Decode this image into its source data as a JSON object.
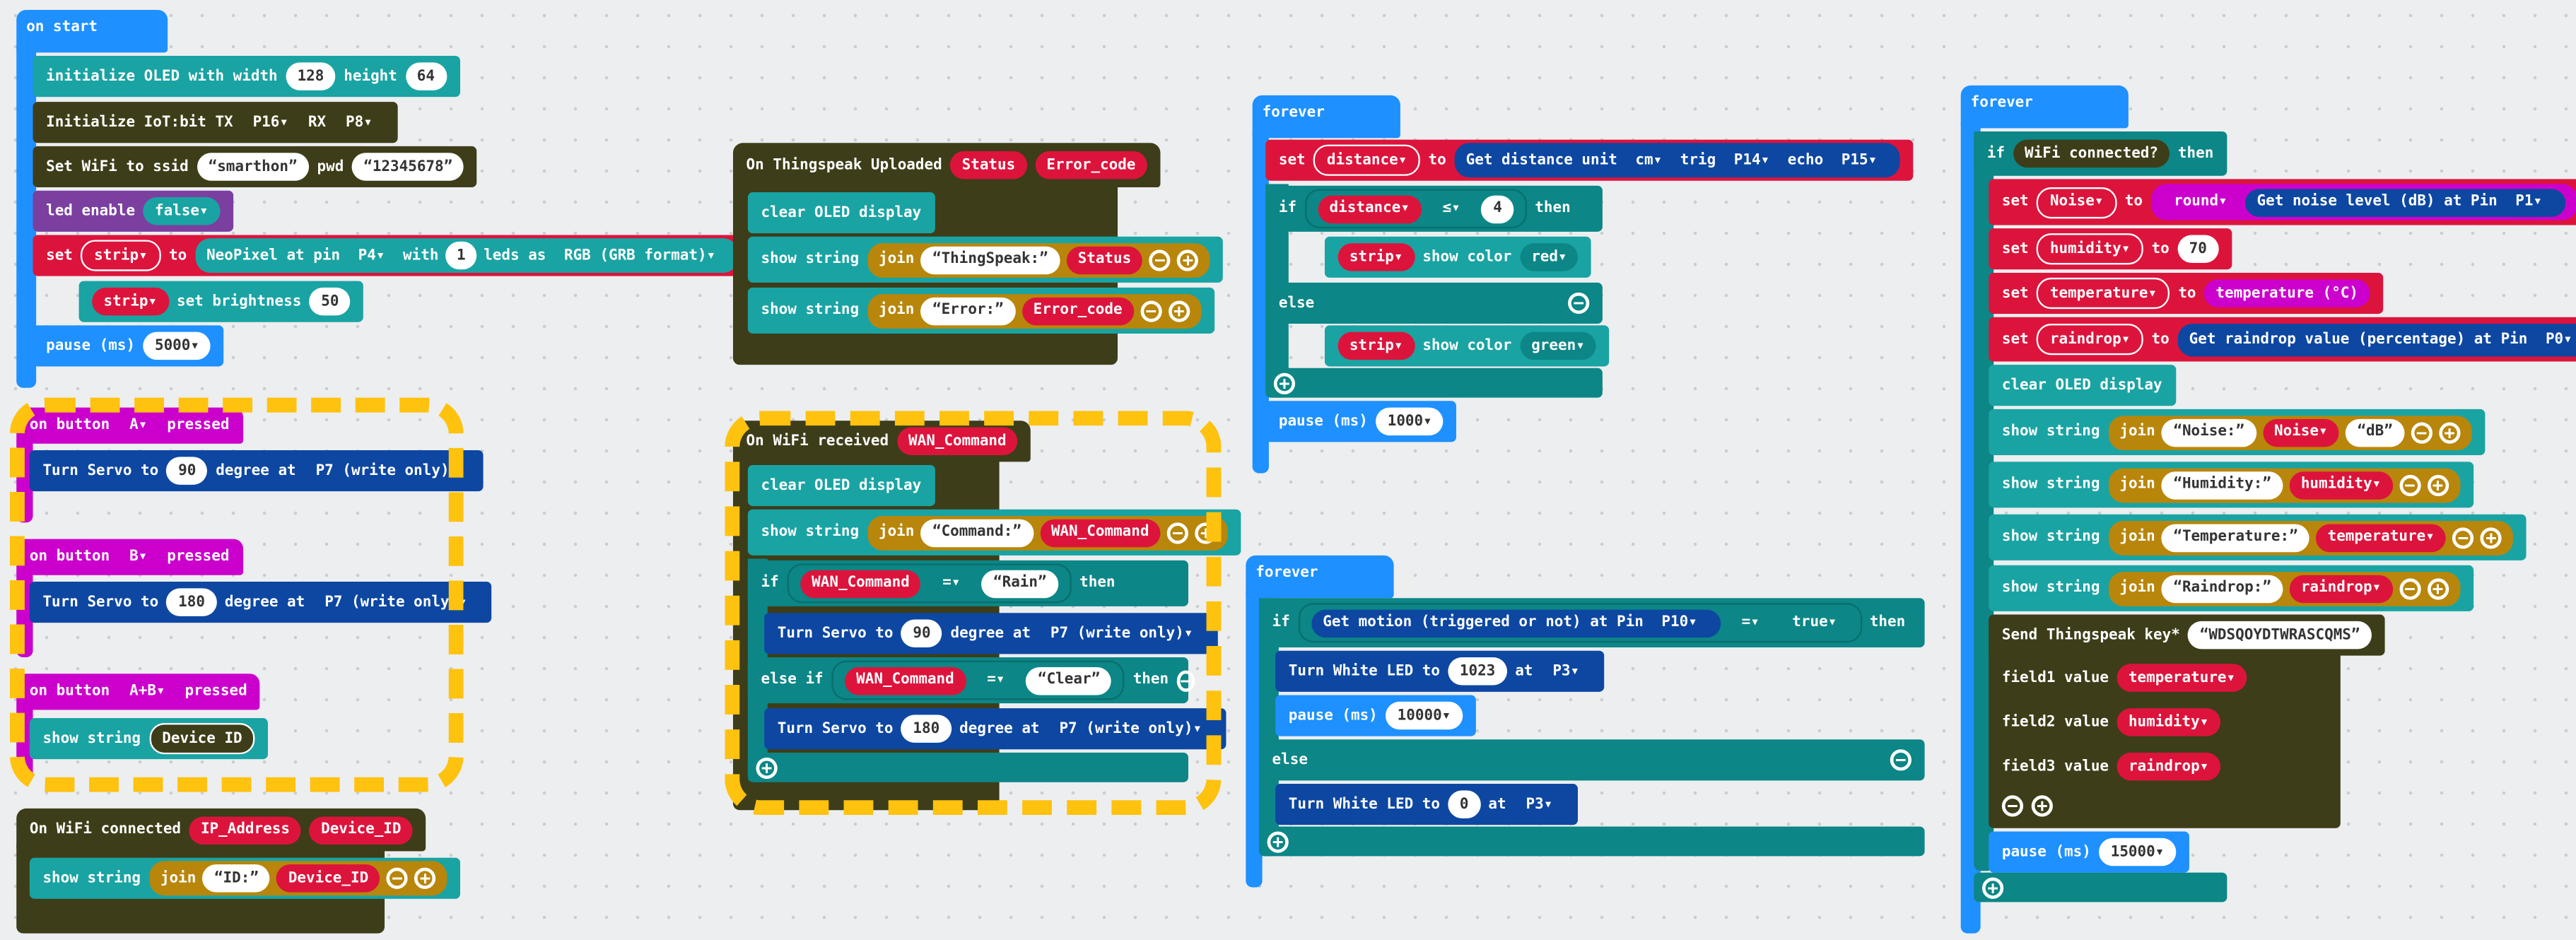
{
  "on_start": {
    "hat": "on start",
    "oled_label": "initialize OLED with width",
    "width": "128",
    "height_label": "height",
    "height": "64",
    "iot_label": "Initialize IoT:bit TX",
    "tx": "P16",
    "rx_label": "RX",
    "rx": "P8",
    "wifi_label": "Set WiFi to ssid",
    "ssid": "smarthon",
    "pwd_label": "pwd",
    "pwd": "12345678",
    "led_label": "led enable",
    "led_val": "false",
    "set": "set",
    "strip": "strip",
    "to": "to",
    "neopixel": "NeoPixel at pin",
    "pin": "P4",
    "with": "with",
    "leds": "1",
    "leds_as": "leds as",
    "fmt": "RGB (GRB format)",
    "brightness_label": "set brightness",
    "brightness": "50",
    "pause": "pause (ms)",
    "pause_val": "5000"
  },
  "btn_a": {
    "hat_pre": "on button",
    "btn": "A",
    "hat_post": "pressed",
    "servo": "Turn Servo to",
    "deg": "90",
    "deg_at": "degree at",
    "pin": "P7 (write only)"
  },
  "btn_b": {
    "hat_pre": "on button",
    "btn": "B",
    "hat_post": "pressed",
    "servo": "Turn Servo to",
    "deg": "180",
    "deg_at": "degree at",
    "pin": "P7 (write only)"
  },
  "btn_ab": {
    "hat_pre": "on button",
    "btn": "A+B",
    "hat_post": "pressed",
    "show": "show string",
    "val": "Device ID"
  },
  "wifi_conn": {
    "hat": "On WiFi connected",
    "p1": "IP_Address",
    "p2": "Device_ID",
    "show": "show string",
    "join": "join",
    "str": "ID:",
    "var": "Device_ID"
  },
  "thingspeak": {
    "hat": "On Thingspeak Uploaded",
    "p1": "Status",
    "p2": "Error_code",
    "clear": "clear OLED display",
    "show": "show string",
    "join": "join",
    "s1": "ThingSpeak:",
    "v1": "Status",
    "s2": "Error:",
    "v2": "Error_code"
  },
  "wifi_recv": {
    "hat": "On WiFi received",
    "p1": "WAN_Command",
    "clear": "clear OLED display",
    "show": "show string",
    "join": "join",
    "s1": "Command:",
    "v1": "WAN_Command",
    "if": "if",
    "var": "WAN_Command",
    "eq": "=",
    "rain": "Rain",
    "then": "then",
    "servo": "Turn Servo to",
    "d90": "90",
    "d180": "180",
    "deg_at": "degree at",
    "pin": "P7 (write only)",
    "elseif": "else if",
    "clear_str": "Clear"
  },
  "forever1": {
    "hat": "forever",
    "set": "set",
    "var": "distance",
    "to": "to",
    "get": "Get distance unit",
    "unit": "cm",
    "trig_label": "trig",
    "trig": "P14",
    "echo_label": "echo",
    "echo": "P15",
    "if": "if",
    "op": "≤",
    "num": "4",
    "then": "then",
    "strip": "strip",
    "show_color": "show color",
    "red": "red",
    "else": "else",
    "green": "green",
    "pause": "pause (ms)",
    "pause_val": "1000"
  },
  "forever2": {
    "hat": "forever",
    "if": "if",
    "motion": "Get motion (triggered or not) at Pin",
    "pin": "P10",
    "eq": "=",
    "true": "true",
    "then": "then",
    "led_label": "Turn White LED to",
    "v1": "1023",
    "at": "at",
    "p3": "P3",
    "pause": "pause (ms)",
    "pause_val": "10000",
    "else": "else",
    "v2": "0"
  },
  "forever3": {
    "hat": "forever",
    "if": "if",
    "cond": "WiFi connected?",
    "then": "then",
    "set": "set",
    "to": "to",
    "noise": "Noise",
    "round": "round",
    "noise_get": "Get noise level (dB) at Pin",
    "p1": "P1",
    "humidity": "humidity",
    "hum_val": "70",
    "temperature": "temperature",
    "temp_get": "temperature (°C)",
    "raindrop": "raindrop",
    "rain_get": "Get raindrop value (percentage) at Pin",
    "p0": "P0",
    "clear": "clear OLED display",
    "show": "show string",
    "join": "join",
    "s_noise": "Noise:",
    "s_db": "dB",
    "s_hum": "Humidity:",
    "s_temp": "Temperature:",
    "s_rain": "Raindrop:",
    "send": "Send Thingspeak key*",
    "key": "WDSQOYDTWRASCQMS",
    "f1": "field1 value",
    "f2": "field2 value",
    "f3": "field3 value",
    "pause": "pause (ms)",
    "pause_val": "15000"
  },
  "colors": {
    "teal": "#1aa3a3",
    "dark": "#3d3d19",
    "blue": "#1e90ff",
    "magenta": "#cc00cc",
    "red": "#dc143c",
    "navy": "#0d47a1",
    "gold": "#b8860b",
    "purple": "#7b3fa0",
    "highlight": "#ffc20e"
  }
}
